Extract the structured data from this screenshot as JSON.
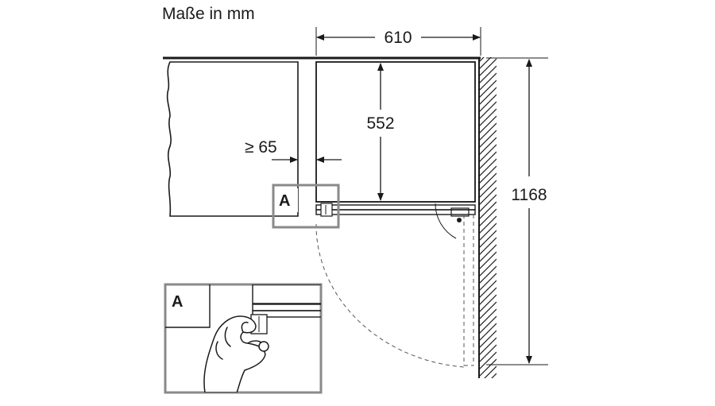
{
  "diagram": {
    "title": "Maße in mm",
    "dimensions": {
      "width": "610",
      "depth": "552",
      "clearance": "≥ 65",
      "door_swing": "1168"
    },
    "detail_marker": "A",
    "inset": {
      "label": "A"
    }
  }
}
